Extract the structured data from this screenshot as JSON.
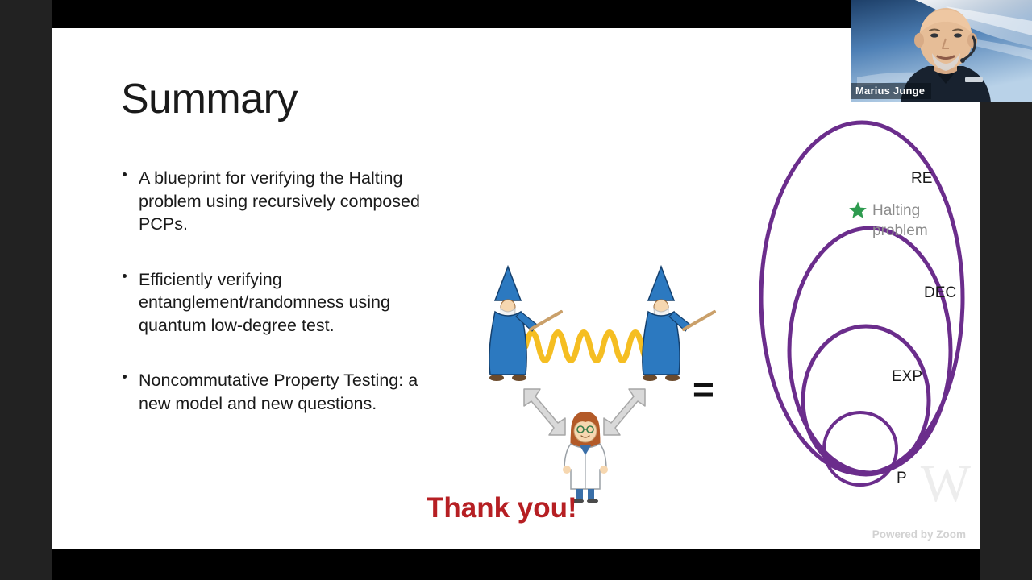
{
  "slide": {
    "title": "Summary",
    "bullets": [
      "A blueprint for verifying the Halting problem using recursively composed PCPs.",
      "Efficiently verifying entanglement/randomness using quantum low-degree test.",
      "Noncommutative Property Testing: a new model and new questions."
    ],
    "thank_you": "Thank you!",
    "equals_sign": "=",
    "watermark": "W"
  },
  "class_diagram": {
    "labels": {
      "re": "RE",
      "dec": "DEC",
      "exp": "EXP",
      "p": "P"
    },
    "halting": {
      "text": "Halting\nproblem",
      "star_color": "#2E9B4F",
      "text_color": "#8c8c8c"
    },
    "ellipse_color": "#6B2D8C"
  },
  "center_diagram": {
    "wizard_robe_color": "#1F7BC4",
    "entanglement_color": "#F5BE22",
    "arrow_color": "#D9D9D9",
    "scientist_coat_color": "#FFFFFF",
    "scientist_hair_color": "#B35A28"
  },
  "video": {
    "participant_name": "Marius Junge"
  },
  "footer": {
    "powered_by": "Powered by Zoom"
  }
}
